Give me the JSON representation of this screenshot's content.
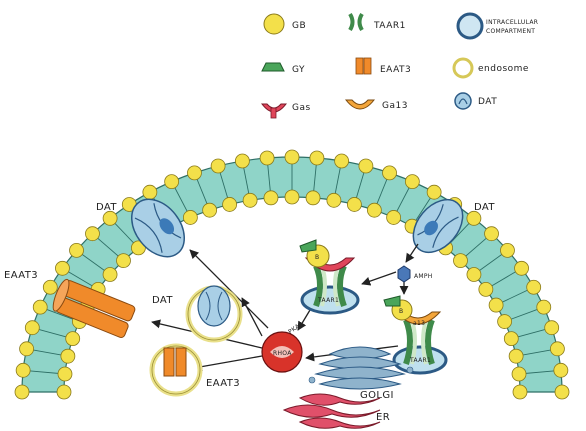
{
  "legend": {
    "g_beta": "GB",
    "taar1": "TAAR1",
    "intracellular": [
      "INTRACELLULAR",
      "COMPARTMENT"
    ],
    "g_gamma": "GY",
    "eaat3": "EAAT3",
    "endosome": "endosome",
    "g_alpha_s": "Gas",
    "g_alpha_13": "Ga13",
    "dat": "DAT"
  },
  "labels": {
    "dat_left": "DAT",
    "dat_right": "DAT",
    "eaat3_left": "EAAT3",
    "dat_endosome": "DAT",
    "eaat3_endosome": "EAAT3",
    "amph": "AMPH",
    "pka": "PKA",
    "rhoa": "RHOA",
    "taar1_a": "TAAR1",
    "taar1_b": "TAAR1",
    "beta_a": "B",
    "beta_b": "B",
    "alpha_13": "a13",
    "golgi": "GOLGI",
    "er": "ER"
  },
  "colors": {
    "lipid_head": "#f3e04a",
    "lipid_outline": "#8a7a1a",
    "membrane_fill": "#8fd4c8",
    "dat_blue": "#a9cfe6",
    "eaat3_orange": "#f08a2a",
    "g_gamma_green": "#4aa55a",
    "g_alpha_s_red": "#e0455a",
    "g_alpha_13_orange": "#f3a53a",
    "endosome_ring": "#e9e08a",
    "rhoa_red": "#d8332a",
    "golgi_blue": "#8fb3cc",
    "er_red": "#e0506a"
  }
}
